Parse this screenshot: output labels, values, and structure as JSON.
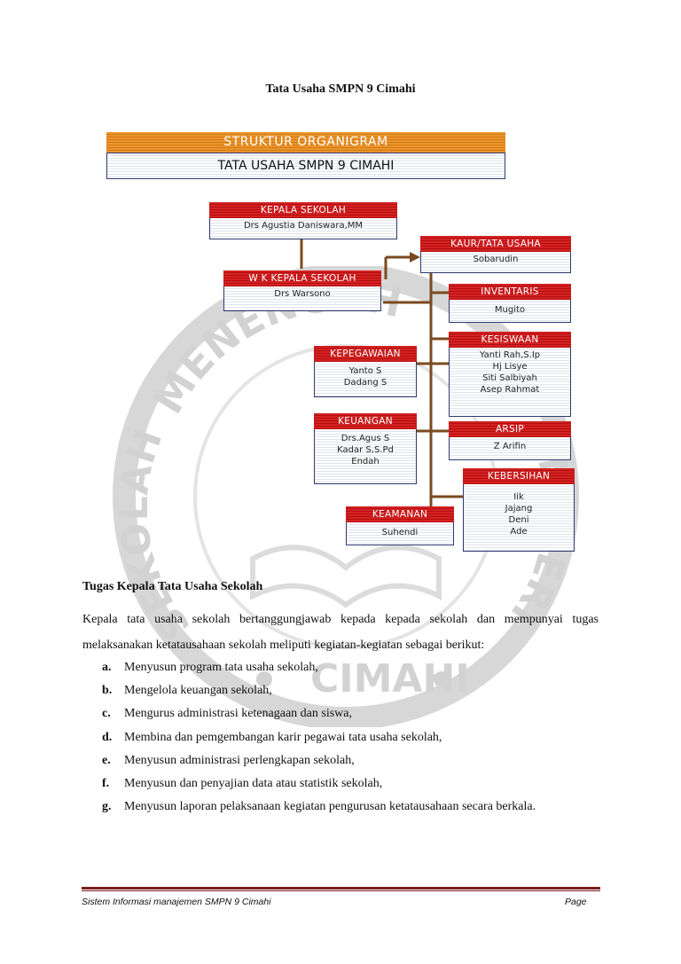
{
  "page": {
    "title": "Tata Usaha SMPN 9 Cimahi"
  },
  "org_chart": {
    "header": "STRUKTUR ORGANIGRAM",
    "subheader": "TATA USAHA SMPN 9 CIMAHI",
    "kepala": {
      "title": "KEPALA SEKOLAH",
      "names": [
        "Drs Agustia Daniswara,MM"
      ]
    },
    "wakil": {
      "title": "W K KEPALA SEKOLAH",
      "names": [
        "Drs Warsono"
      ]
    },
    "kaur": {
      "title": "KAUR/TATA USAHA",
      "names": [
        "Sobarudin"
      ]
    },
    "inventaris": {
      "title": "INVENTARIS",
      "names": [
        "Mugito"
      ]
    },
    "kesiswaan": {
      "title": "KESISWAAN",
      "names": [
        "Yanti Rah,S.Ip",
        "Hj Lisye",
        "Siti Salbiyah",
        "Asep Rahmat"
      ]
    },
    "kepegawaian": {
      "title": "KEPEGAWAIAN",
      "names": [
        "Yanto S",
        "Dadang S"
      ]
    },
    "keuangan": {
      "title": "KEUANGAN",
      "names": [
        "Drs.Agus S",
        "Kadar S,S.Pd",
        "Endah"
      ]
    },
    "arsip": {
      "title": "ARSIP",
      "names": [
        "Z Arifin"
      ]
    },
    "kebersihan": {
      "title": "KEBERSIHAN",
      "names": [
        "Iik",
        "Jajang",
        "Deni",
        "Ade"
      ]
    },
    "keamanan": {
      "title": "KEAMANAN",
      "names": [
        "Suhendi"
      ]
    }
  },
  "watermark": {
    "arc_top": "MENENGAH",
    "arc_left": "SEKOLAH",
    "arc_right": "NEGERI",
    "bottom": "CIMAHI"
  },
  "section": {
    "heading": "Tugas Kepala Tata Usaha Sekolah",
    "intro": "Kepala tata usaha sekolah bertanggungjawab kepada kepada sekolah dan mempunyai tugas melaksanakan ketatausahaan sekolah meliputi kegiatan-kegiatan sebagai berikut:",
    "items": [
      {
        "letter": "a.",
        "text": "Menyusun program tata usaha sekolah,"
      },
      {
        "letter": "b.",
        "text": "Mengelola keuangan sekolah,"
      },
      {
        "letter": "c.",
        "text": "Mengurus administrasi ketenagaan dan siswa,"
      },
      {
        "letter": "d.",
        "text": "Membina dan pemgembangan karir pegawai tata usaha sekolah,"
      },
      {
        "letter": "e.",
        "text": "Menyusun administrasi perlengkapan sekolah,"
      },
      {
        "letter": "f.",
        "text": "Menyusun dan penyajian data atau statistik sekolah,"
      },
      {
        "letter": "g.",
        "text": "Menyusun laporan pelaksanaan kegiatan pengurusan ketatausahaan secara berkala."
      }
    ]
  },
  "footer": {
    "left": "Sistem Informasi manajemen SMPN 9 Cimahi",
    "right": "Page"
  },
  "colors": {
    "header_orange": "#e08a26",
    "box_red": "#c41a1c",
    "connector_brown": "#7a4a1e",
    "footer_rule": "#7a1f1f",
    "watermark_gray": "#d4d4d4"
  }
}
